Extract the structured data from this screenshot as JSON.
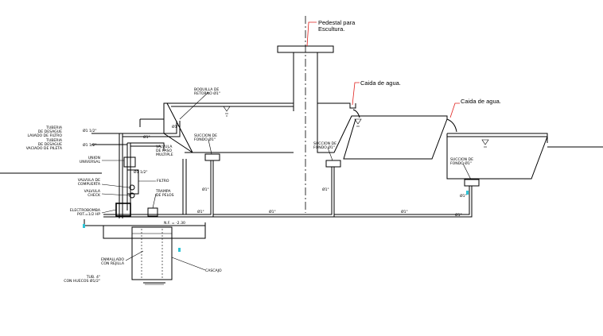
{
  "labels": {
    "pedestal": "Pedestal para\nEscultura.",
    "caida_1": "Caida de agua.",
    "caida_2": "Caida de agua.",
    "boquilla": "BOQUILLA DE\nRETORNO Ø1\"",
    "succion_1": "SUCCION DE\nFONDO Ø1\"",
    "succion_2": "SUCCION DE\nFONDO Ø1\"",
    "succion_3": "SUCCION DE\nFONDO Ø1\"",
    "tuberia_lavado": "TUBERIA\nDE DESAGUE\nLAVADO DE FILTRO",
    "tuberia_vaciado": "TUBERIA\nDE DESAGUE\nVACIADO DE PILETA",
    "union": "UNION\nUNIVERSAL",
    "valvula_compuerta": "VALVULA DE\nCOMPUERTA",
    "valvula_check": "VALVULA\nCHECK",
    "electrobomba": "ELECTROBOMBA\nPOT.=1/2 HP",
    "valvula_pasos": "VALVULA\nDE PASO\nMULTIPLE",
    "filtro": "FILTRO",
    "trampa": "TRAMPA\nDE PELOS",
    "nivel": "N.F. = -2.30",
    "enmallado": "ENMALLADO\nCON REJILLA",
    "tubo": "TUB. 4\"\nCON HUECOS Ø1/2\"",
    "cascajo": "CASCAJO",
    "dim_left_1": "Ø1 1/2\"",
    "dim_left_2": "Ø1 1/2\"",
    "dim_filter": "Ø1 1/2\"",
    "pipe_1a": "Ø1\"",
    "pipe_1b": "Ø1\"",
    "pipe_1c": "Ø1\"",
    "pipe_1d": "Ø1\"",
    "pipe_1e": "Ø1\"",
    "pipe_1f": "Ø1\"",
    "pipe_1g": "Ø1\"",
    "pipe_1h": "Ø1\"",
    "pipe_1i": "Ø1\""
  },
  "colors": {
    "line": "#000000",
    "leader": "#e0201c",
    "marker": "#2ec4d6",
    "background": "#ffffff"
  }
}
